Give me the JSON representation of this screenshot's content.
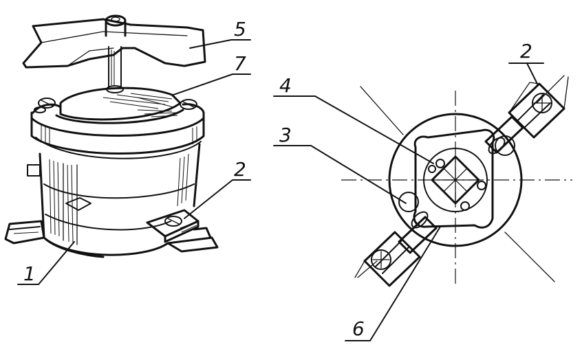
{
  "labels": {
    "left_5": "5",
    "left_7": "7",
    "left_2": "2",
    "left_1": "1",
    "right_2": "2",
    "right_4": "4",
    "right_3": "3",
    "right_6": "6"
  },
  "colors": {
    "ink": "#111111",
    "paper": "#ffffff"
  }
}
